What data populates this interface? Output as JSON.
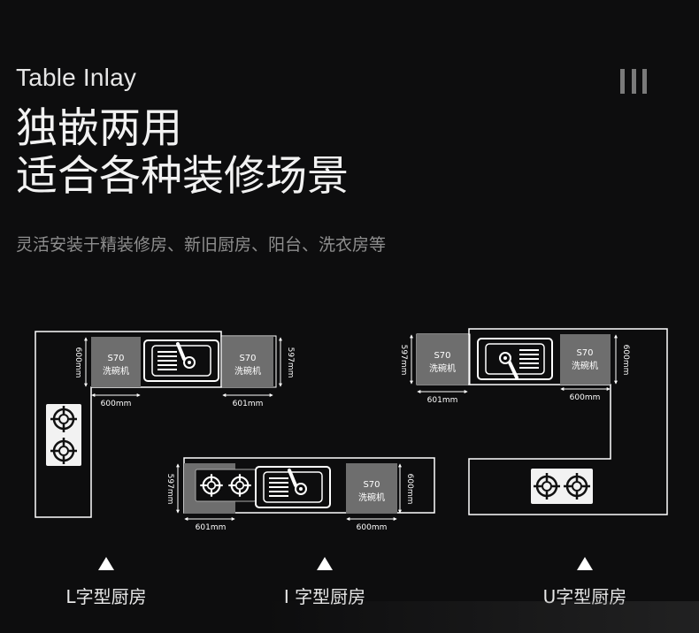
{
  "header": {
    "en_title": "Table Inlay",
    "headline_line1": "独嵌两用",
    "headline_line2": "适合各种装修场景",
    "subtitle": "灵活安装于精装修房、新旧厨房、阳台、洗衣房等"
  },
  "icons": {
    "menu": "three-vertical-bars-icon",
    "sink": "sink-icon",
    "stove": "gas-stove-icon",
    "arrow": "triangle-up-icon"
  },
  "colors": {
    "background": "#0d0d0e",
    "outline": "#ffffff",
    "dishwasher_fill": "#6e6e6e",
    "muted_text": "#8e8e8e"
  },
  "layouts": {
    "l_kitchen": {
      "label": "L字型厨房",
      "dishwasher_a": {
        "model": "S70",
        "name": "洗碗机",
        "height_dim": "600mm",
        "width_dim": "600mm"
      },
      "dishwasher_b": {
        "model": "S70",
        "name": "洗碗机",
        "height_dim": "597mm",
        "width_dim": "601mm"
      }
    },
    "i_kitchen": {
      "label": "I 字型厨房",
      "dishwasher_a": {
        "height_dim": "597mm",
        "width_dim": "601mm"
      },
      "dishwasher_b": {
        "model": "S70",
        "name": "洗碗机",
        "height_dim": "600mm",
        "width_dim": "600mm"
      }
    },
    "u_kitchen": {
      "label": "U字型厨房",
      "dishwasher_a": {
        "model": "S70",
        "name": "洗碗机",
        "height_dim": "597mm",
        "width_dim": "601mm"
      },
      "dishwasher_b": {
        "model": "S70",
        "name": "洗碗机",
        "height_dim": "600mm",
        "width_dim": "600mm"
      }
    }
  }
}
